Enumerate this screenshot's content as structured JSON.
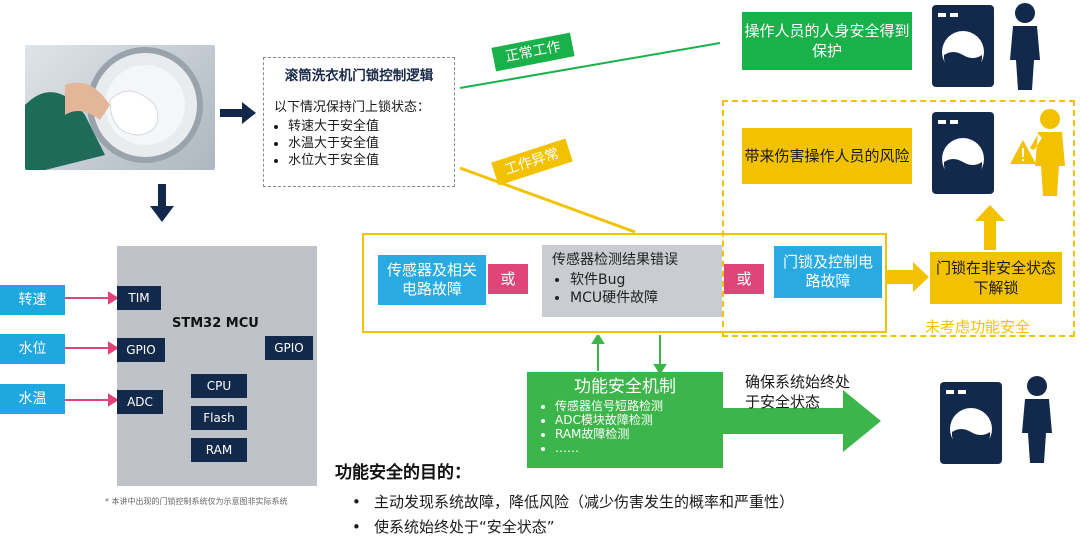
{
  "logic": {
    "title": "滚筒洗衣机门锁控制逻辑",
    "subtitle": "以下情况保持门上锁状态：",
    "items": [
      "转速大于安全值",
      "水温大于安全值",
      "水位大于安全值"
    ]
  },
  "mcu": {
    "name": "STM32 MCU",
    "chips": {
      "tim": "TIM",
      "gpio_left": "GPIO",
      "adc": "ADC",
      "gpio_right": "GPIO",
      "cpu": "CPU",
      "flash": "Flash",
      "ram": "RAM"
    },
    "inputs": [
      "转速",
      "水位",
      "水温"
    ]
  },
  "footnote": "* 本讲中出现的门锁控制系统仅为示意图非实际系统",
  "flow": {
    "normal_label": "正常工作",
    "abnormal_label": "工作异常",
    "sensor_fault": "传感器及相关电路故障",
    "or1": "或",
    "detect_error": "传感器检测结果错误",
    "detect_items": [
      "软件Bug",
      "MCU硬件故障"
    ],
    "or2": "或",
    "lock_fault": "门锁及控制电路故障",
    "unlock_unsafe": "门锁在非安全状态下解锁",
    "no_fs": "未考虑功能安全",
    "safe_result": "操作人员的人身安全得到保护",
    "harm_result": "带来伤害操作人员的风险"
  },
  "fs": {
    "title": "功能安全机制",
    "items": [
      "传感器信号短路检测",
      "ADC模块故障检测",
      "RAM故障检测",
      "……"
    ],
    "ensure": "确保系统始终处于安全状态"
  },
  "purpose": {
    "title": "功能安全的目的：",
    "points": [
      "主动发现系统故障，降低风险（减少伤害发生的概率和严重性）",
      "使系统始终处于“安全状态”"
    ]
  },
  "colors": {
    "navy": "#13294b",
    "cyan": "#29abe2",
    "green": "#19b14a",
    "yellow": "#f2c200",
    "magenta": "#e0457a"
  }
}
